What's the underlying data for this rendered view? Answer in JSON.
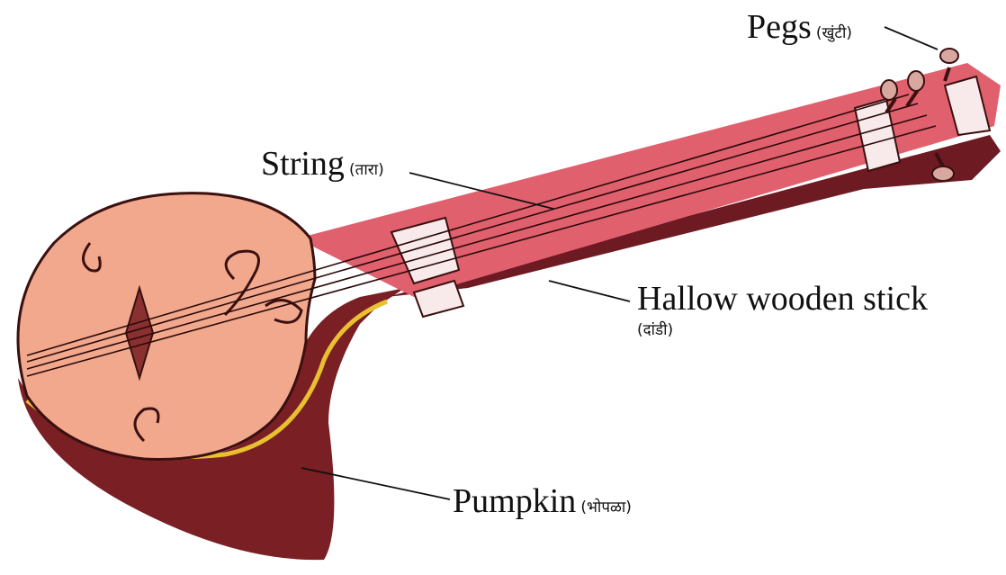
{
  "labels": {
    "pegs": {
      "name": "Pegs",
      "local": "(खुंटी)"
    },
    "string": {
      "name": "String",
      "local": "(तारा)"
    },
    "stick": {
      "name": "Hallow wooden stick",
      "local": "(दांडी)"
    },
    "pumpkin": {
      "name": "Pumpkin",
      "local": "(भोपळा)"
    }
  },
  "colors": {
    "gourd_face": "#f2a88c",
    "gourd_body": "#7a1f24",
    "neck": "#e0606e",
    "neck_dark": "#6e1a22",
    "rim": "#e8c030",
    "peg": "#d8a8a0",
    "leader": "#111111"
  }
}
